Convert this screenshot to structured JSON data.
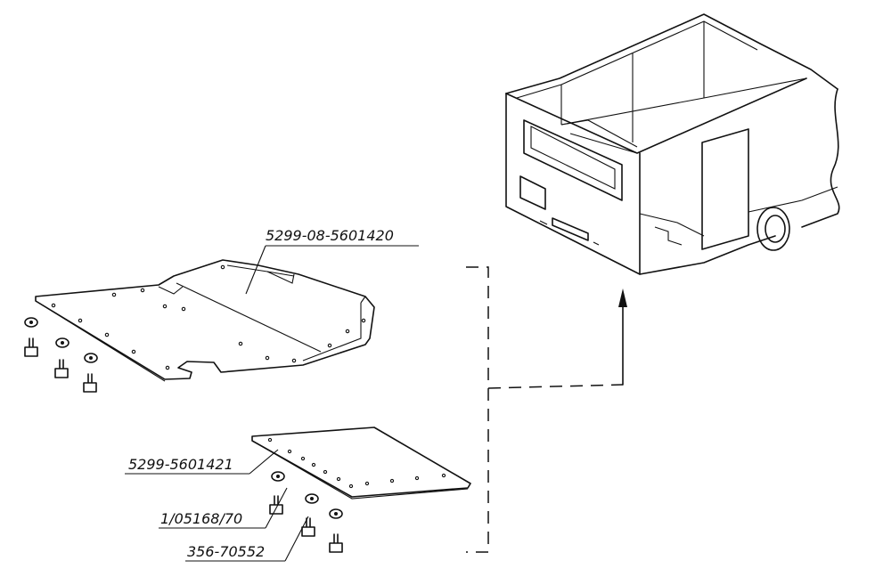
{
  "labels": {
    "upper_plate": "5299-08-5601420",
    "lower_plate": "5299-5601421",
    "washer": "1/05168/70",
    "bolt": "356-70552"
  },
  "colors": {
    "line": "#111111",
    "background": "#ffffff"
  }
}
